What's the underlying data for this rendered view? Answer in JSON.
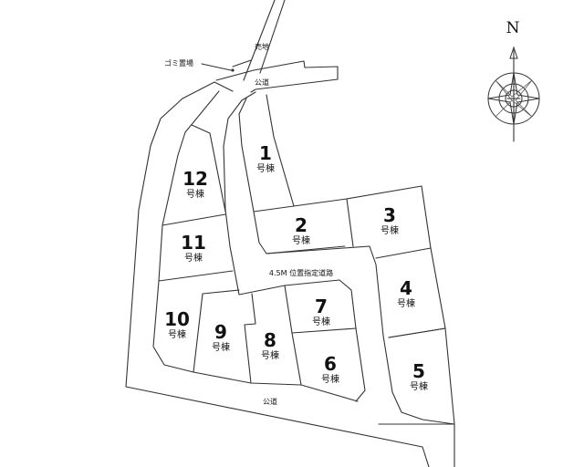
{
  "map": {
    "lots": [
      {
        "number": "1",
        "suffix": "号棟"
      },
      {
        "number": "2",
        "suffix": "号棟"
      },
      {
        "number": "3",
        "suffix": "号棟"
      },
      {
        "number": "4",
        "suffix": "号棟"
      },
      {
        "number": "5",
        "suffix": "号棟"
      },
      {
        "number": "6",
        "suffix": "号棟"
      },
      {
        "number": "7",
        "suffix": "号棟"
      },
      {
        "number": "8",
        "suffix": "号棟"
      },
      {
        "number": "9",
        "suffix": "号棟"
      },
      {
        "number": "10",
        "suffix": "号棟"
      },
      {
        "number": "11",
        "suffix": "号棟"
      },
      {
        "number": "12",
        "suffix": "号棟"
      }
    ],
    "labels": {
      "sold_land": "売地",
      "garbage_area": "ゴミ置場",
      "public_road_top": "公道",
      "public_road_bottom": "公道",
      "designated_road": "4.5M 位置指定道路"
    },
    "compass": {
      "north_label": "N"
    }
  }
}
